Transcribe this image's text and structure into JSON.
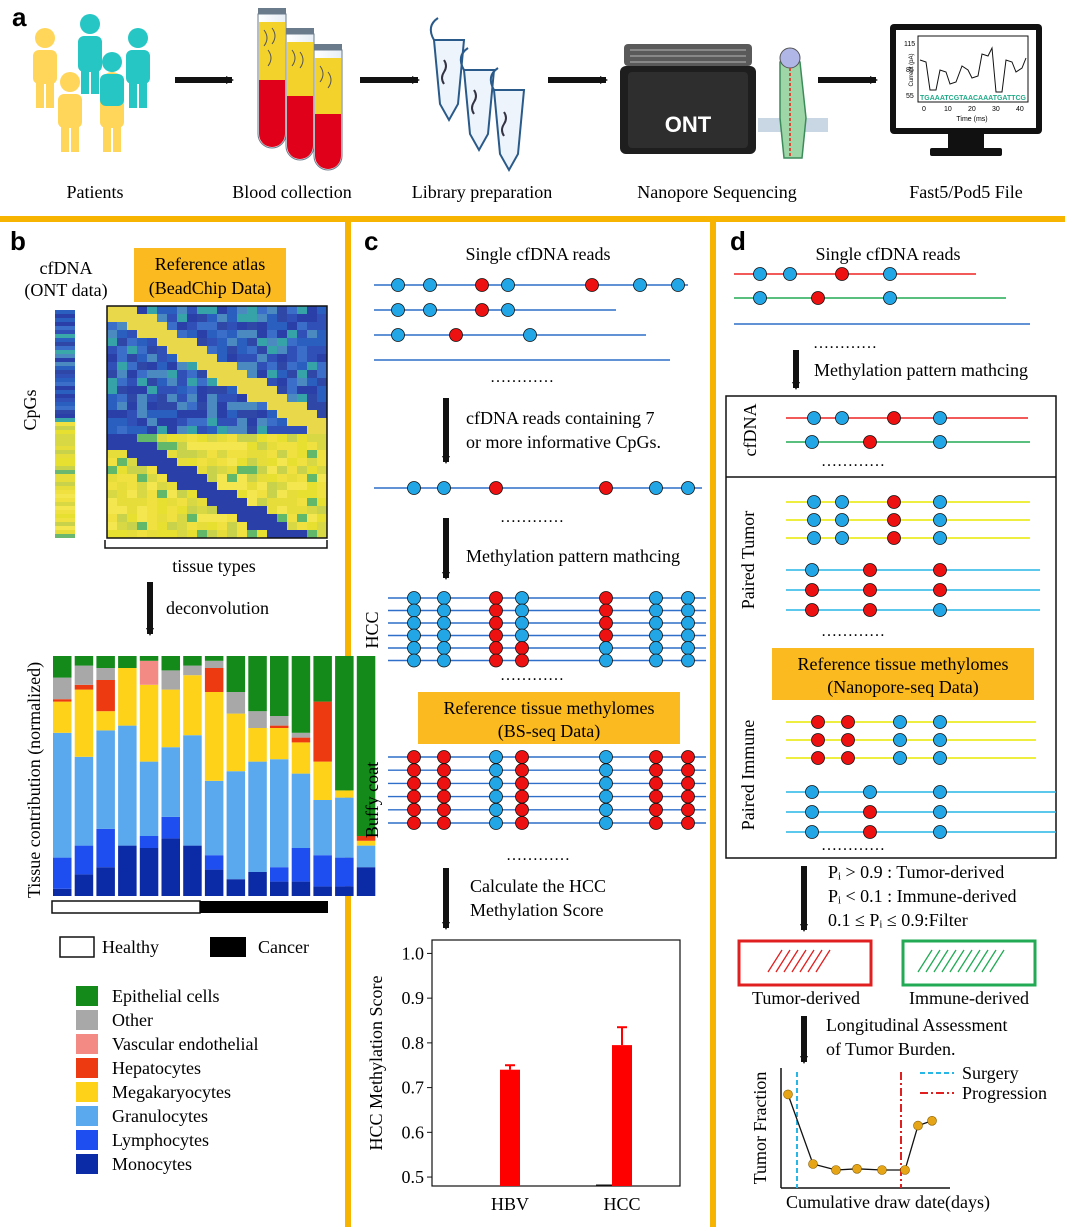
{
  "panel_a": {
    "letter": "a",
    "steps": [
      "Patients",
      "Blood collection",
      "Library preparation",
      "Nanopore Sequencing",
      "Fast5/Pod5 File"
    ],
    "device_label": "ONT",
    "trace": {
      "y_axis_label": "Current (pA)",
      "y_ticks": [
        "115",
        "85",
        "55"
      ],
      "x_axis_label": "Time (ms)",
      "x_ticks": [
        "0",
        "10",
        "20",
        "30",
        "40"
      ],
      "bases": "TGAAATCGTAACAAATGATTCG"
    }
  },
  "panel_b": {
    "letter": "b",
    "cfdna_label_1": "cfDNA",
    "cfdna_label_2": "(ONT data)",
    "cpgs_label": "CpGs",
    "atlas_label_1": "Reference atlas",
    "atlas_label_2": "(BeadChip Data)",
    "tissue_types_label": "tissue types",
    "deconvolution_label": "deconvolution",
    "y_axis_label": "Tissue contribution (normalized)",
    "group_legend": [
      {
        "label": "Healthy",
        "swatch": "#ffffff"
      },
      {
        "label": "Cancer",
        "swatch": "#000000"
      }
    ],
    "legend": [
      {
        "label": "Epithelial cells",
        "color": "#138a1a"
      },
      {
        "label": "Other",
        "color": "#a8a8a8"
      },
      {
        "label": "Vascular endothelial",
        "color": "#f48a84"
      },
      {
        "label": "Hepatocytes",
        "color": "#ee3a10"
      },
      {
        "label": "Megakaryocytes",
        "color": "#ffd21a"
      },
      {
        "label": "Granulocytes",
        "color": "#5aa9ee"
      },
      {
        "label": "Lymphocytes",
        "color": "#1e4df0"
      },
      {
        "label": "Monocytes",
        "color": "#0a2aa6"
      }
    ]
  },
  "chart_data": [
    {
      "type": "bar",
      "stacked": true,
      "ylabel": "Tissue contribution (normalized)",
      "ylim": [
        0,
        1
      ],
      "groups": [
        "Healthy",
        "Healthy",
        "Healthy",
        "Healthy",
        "Healthy",
        "Healthy",
        "Healthy",
        "Healthy",
        "Cancer",
        "Cancer",
        "Cancer",
        "Cancer",
        "Cancer",
        "Cancer",
        "Cancer"
      ],
      "series": [
        {
          "name": "Monocytes",
          "color": "#0a2aa6",
          "values": [
            0.03,
            0.09,
            0.12,
            0.21,
            0.2,
            0.24,
            0.21,
            0.11,
            0.07,
            0.1,
            0.06,
            0.06,
            0.04,
            0.04,
            0.12
          ]
        },
        {
          "name": "Lymphocytes",
          "color": "#1e4df0",
          "values": [
            0.13,
            0.12,
            0.16,
            0.0,
            0.05,
            0.09,
            0.0,
            0.06,
            0.0,
            0.0,
            0.06,
            0.14,
            0.13,
            0.12,
            0.0
          ]
        },
        {
          "name": "Granulocytes",
          "color": "#5aa9ee",
          "values": [
            0.52,
            0.37,
            0.41,
            0.5,
            0.31,
            0.29,
            0.46,
            0.31,
            0.45,
            0.46,
            0.45,
            0.31,
            0.23,
            0.25,
            0.09
          ]
        },
        {
          "name": "Megakaryocytes",
          "color": "#ffd21a",
          "values": [
            0.13,
            0.28,
            0.08,
            0.24,
            0.32,
            0.24,
            0.25,
            0.37,
            0.24,
            0.14,
            0.13,
            0.13,
            0.16,
            0.03,
            0.02
          ]
        },
        {
          "name": "Hepatocytes",
          "color": "#ee3a10",
          "values": [
            0.01,
            0.02,
            0.13,
            0.0,
            0.0,
            0.0,
            0.0,
            0.1,
            0.0,
            0.0,
            0.01,
            0.02,
            0.25,
            0.0,
            0.02
          ]
        },
        {
          "name": "Vascular endothelial",
          "color": "#f48a84",
          "values": [
            0.0,
            0.0,
            0.0,
            0.0,
            0.1,
            0.0,
            0.0,
            0.0,
            0.0,
            0.0,
            0.0,
            0.0,
            0.0,
            0.0,
            0.0
          ]
        },
        {
          "name": "Other",
          "color": "#a8a8a8",
          "values": [
            0.09,
            0.08,
            0.05,
            0.0,
            0.0,
            0.08,
            0.04,
            0.03,
            0.09,
            0.07,
            0.04,
            0.02,
            0.0,
            0.0,
            0.0
          ]
        },
        {
          "name": "Epithelial cells",
          "color": "#138a1a",
          "values": [
            0.09,
            0.04,
            0.05,
            0.05,
            0.02,
            0.06,
            0.04,
            0.02,
            0.15,
            0.23,
            0.25,
            0.32,
            0.19,
            0.56,
            0.75
          ]
        }
      ]
    },
    {
      "type": "bar",
      "categories": [
        "HBV",
        "HCC"
      ],
      "values": [
        0.74,
        0.795
      ],
      "errors": [
        0.01,
        0.04
      ],
      "ylabel": "HCC Methylation Score",
      "ylim": [
        0.48,
        1.03
      ],
      "yticks": [
        "1.0",
        "0.9",
        "0.8",
        "0.7",
        "0.6",
        "0.5"
      ],
      "color": "#ff0000"
    },
    {
      "type": "line",
      "xlabel": "Cumulative draw date(days)",
      "ylabel": "Tumor Fraction",
      "values": [
        0.78,
        0.2,
        0.15,
        0.16,
        0.15,
        0.15,
        0.52,
        0.56
      ],
      "markers": {
        "Surgery": 0.25,
        "Progression": 5.85
      },
      "color": "#e6a517"
    }
  ],
  "panel_c": {
    "letter": "c",
    "single_reads_title": "Single cfDNA reads",
    "filter_text_1": "cfDNA reads containing 7",
    "filter_text_2": "or more informative CpGs.",
    "match_text": "Methylation pattern mathcing",
    "hcc_label": "HCC",
    "buffy_label": "Buffy coat",
    "ref_label_1": "Reference tissue methylomes",
    "ref_label_2": "(BS-seq Data)",
    "calc_text_1": "Calculate the HCC",
    "calc_text_2": "Methylation Score",
    "dots": "…………"
  },
  "panel_d": {
    "letter": "d",
    "single_reads_title": "Single cfDNA reads",
    "match_text": "Methylation pattern mathcing",
    "cfdna_label": "cfDNA",
    "paired_tumor_label": "Paired Tumor",
    "paired_immune_label": "Paired Immune",
    "ref_label_1": "Reference tissue methylomes",
    "ref_label_2": "(Nanopore-seq Data)",
    "rule_1": "Pᵢ > 0.9 : Tumor-derived",
    "rule_2": "Pᵢ < 0.1 : Immune-derived",
    "rule_3": "0.1 ≤ Pᵢ ≤ 0.9:Filter",
    "tumor_derived": "Tumor-derived",
    "immune_derived": "Immune-derived",
    "longitudinal_1": "Longitudinal Assessment",
    "longitudinal_2": "of Tumor Burden.",
    "surgery": "Surgery",
    "progression": "Progression",
    "dots": "…………"
  },
  "colors": {
    "gold": "#f7b400",
    "label_box": "#fbba1f",
    "methylated": "#ee1111",
    "unmethylated": "#22a6e6",
    "read_line": "#2f6fc9",
    "tumor_line": "#ee2222",
    "immune_line": "#22aa55",
    "ref_line_yellow": "#e8e800",
    "ref_line_cyan": "#27b7e6"
  }
}
